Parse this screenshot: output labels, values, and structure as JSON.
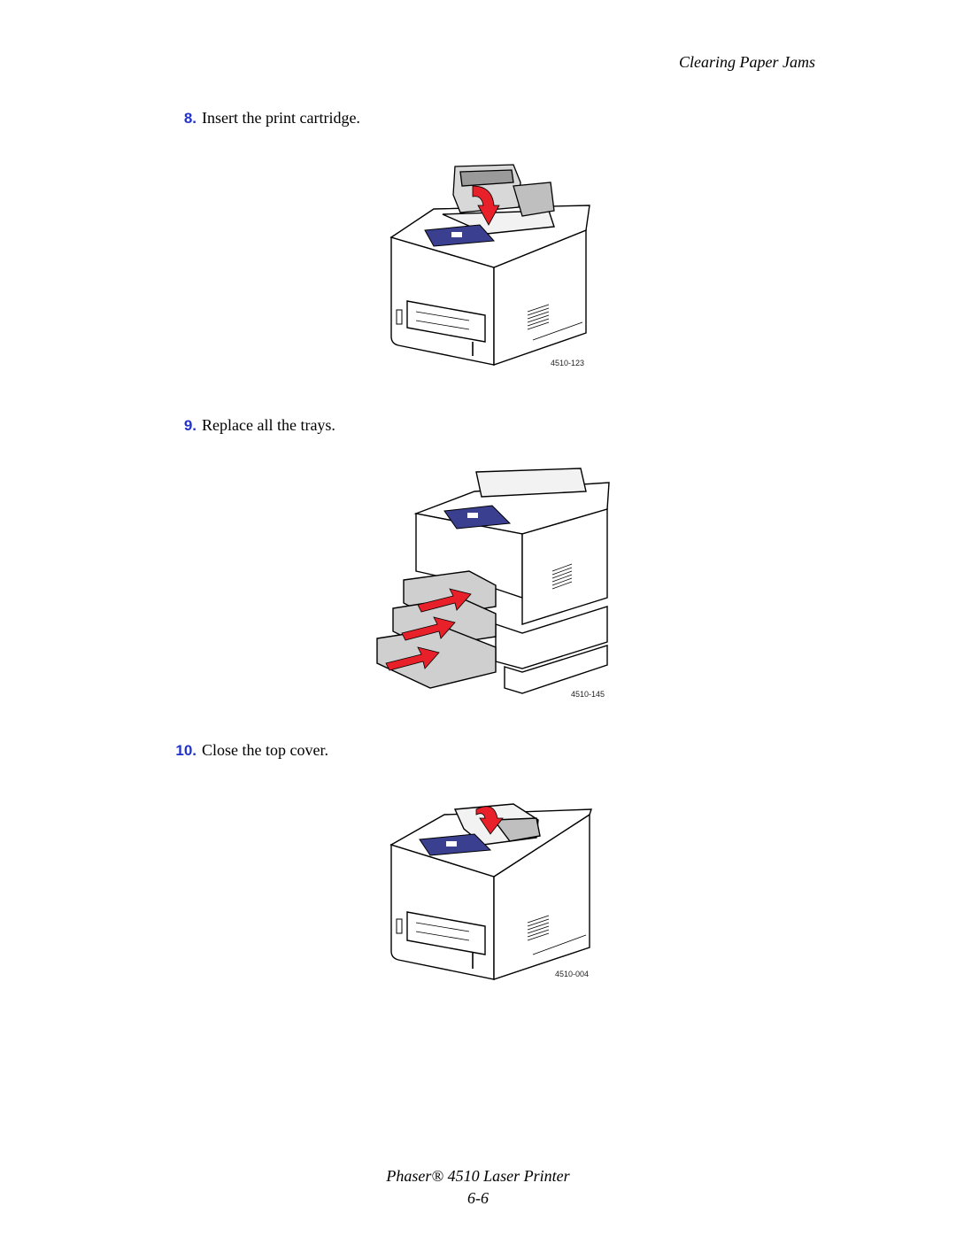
{
  "header": {
    "section_title": "Clearing Paper Jams"
  },
  "steps": [
    {
      "number": "8.",
      "text": "Insert the print cartridge.",
      "figure_id": "4510-123"
    },
    {
      "number": "9.",
      "text": "Replace all the trays.",
      "figure_id": "4510-145"
    },
    {
      "number": "10.",
      "text": "Close the top cover.",
      "figure_id": "4510-004"
    }
  ],
  "footer": {
    "product": "Phaser® 4510 Laser Printer",
    "page": "6-6"
  },
  "colors": {
    "step_number": "#2233cc",
    "panel": "#3a3f8f",
    "arrow": "#e8202a"
  }
}
